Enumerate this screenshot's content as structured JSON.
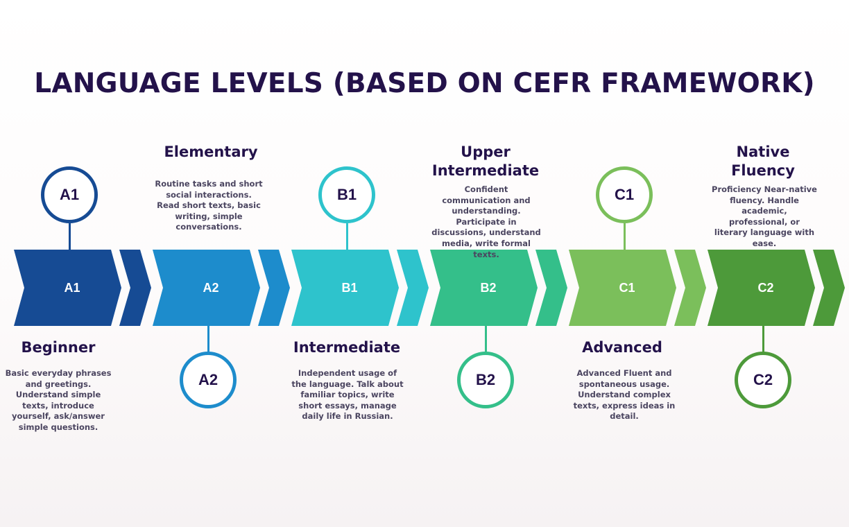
{
  "title": "LANGUAGE LEVELS (BASED ON CEFR FRAMEWORK)",
  "levels": [
    {
      "code": "A1",
      "name": "Beginner",
      "description": "Basic everyday phrases and greetings. Understand simple texts, introduce yourself, ask/answer simple questions.",
      "color": "#164b94"
    },
    {
      "code": "A2",
      "name": "Elementary",
      "description": "Routine tasks and short social interactions. Read short texts, basic writing, simple conversations.",
      "color": "#1d8ccc"
    },
    {
      "code": "B1",
      "name": "Intermediate",
      "description": "Independent usage of the language. Talk about familiar topics, write short essays, manage daily life in Russian.",
      "color": "#2ec3cc"
    },
    {
      "code": "B2",
      "name": "Upper Intermediate",
      "description": "Confident communication and understanding. Participate in discussions, understand media, write formal texts.",
      "color": "#34bf8a"
    },
    {
      "code": "C1",
      "name": "Advanced",
      "description": "Advanced Fluent and spontaneous usage. Understand complex texts, express ideas in detail.",
      "color": "#7bbf5b"
    },
    {
      "code": "C2",
      "name": "Native Fluency",
      "description": "Proficiency Near-native fluency. Handle academic, professional, or literary language with ease.",
      "color": "#4d9a3a"
    }
  ]
}
